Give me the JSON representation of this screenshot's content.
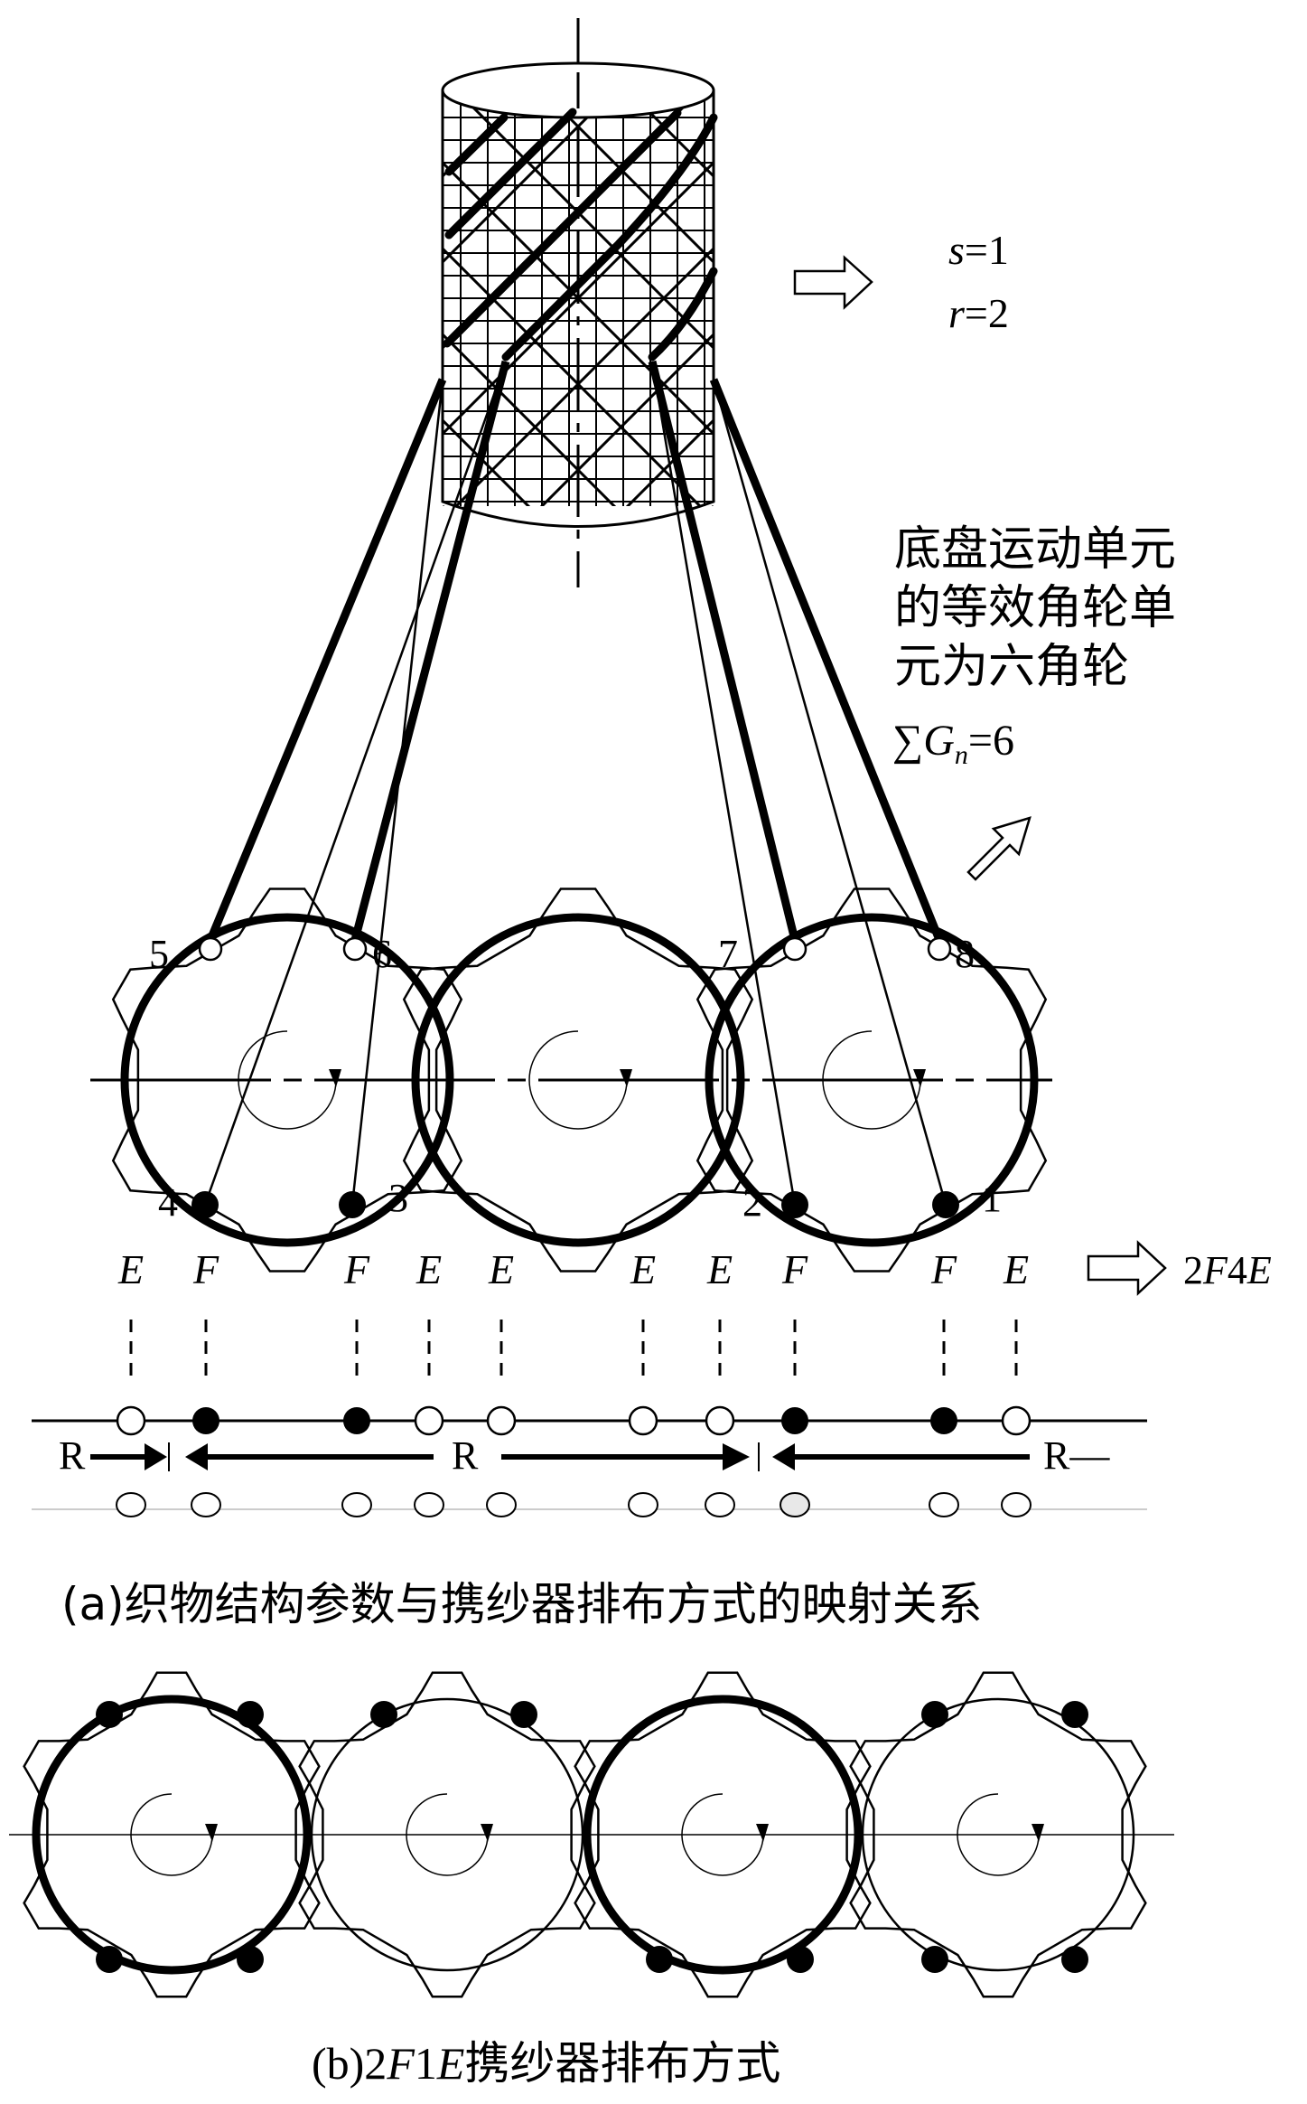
{
  "params": {
    "s_label": "s",
    "s_value": "=1",
    "r_label": "r",
    "r_value": "=2"
  },
  "note": {
    "line1": "底盘运动单元",
    "line2": "的等效角轮单",
    "line3": "元为六角轮",
    "formula_sum": "∑",
    "formula_G": "G",
    "formula_sub": "n",
    "formula_value": "=6"
  },
  "carrier_numbers": [
    "5",
    "6",
    "7",
    "8",
    "4",
    "3",
    "2",
    "1"
  ],
  "position_labels": [
    "E",
    "F",
    "F",
    "E",
    "E",
    "E",
    "E",
    "F",
    "F",
    "E"
  ],
  "arrangement": {
    "prefix": "2",
    "F": "F",
    "mid": "4",
    "E": "E"
  },
  "track_labels": [
    "R",
    "R",
    "R—"
  ],
  "caption_a": "(a)织物结构参数与携纱器排布方式的映射关系",
  "caption_b": {
    "prefix": "(b)2",
    "F": "F",
    "mid": "1",
    "E": "E",
    "suffix": "携纱器排布方式"
  },
  "colors": {
    "line": "#000000",
    "background": "#ffffff",
    "light_fill": "#e8e8e8"
  }
}
